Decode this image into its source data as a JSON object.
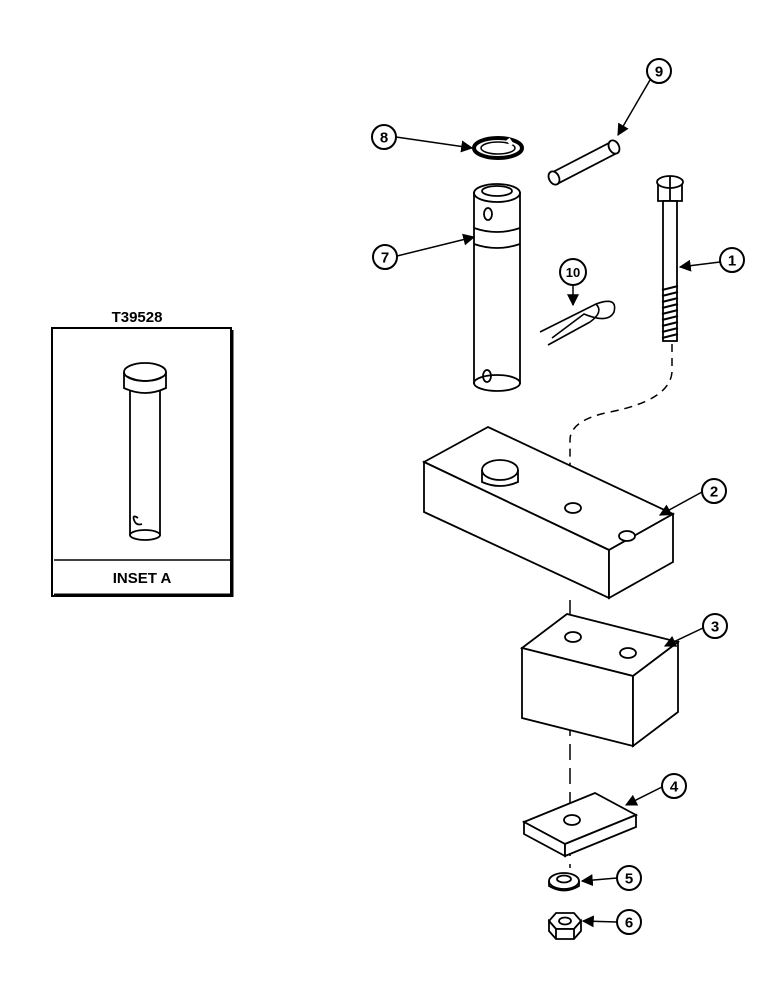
{
  "inset": {
    "part_number": "T39528",
    "caption": "INSET A"
  },
  "callouts": [
    "1",
    "2",
    "3",
    "4",
    "5",
    "6",
    "7",
    "8",
    "9",
    "10"
  ],
  "colors": {
    "ink": "#000000",
    "paper": "#ffffff"
  }
}
